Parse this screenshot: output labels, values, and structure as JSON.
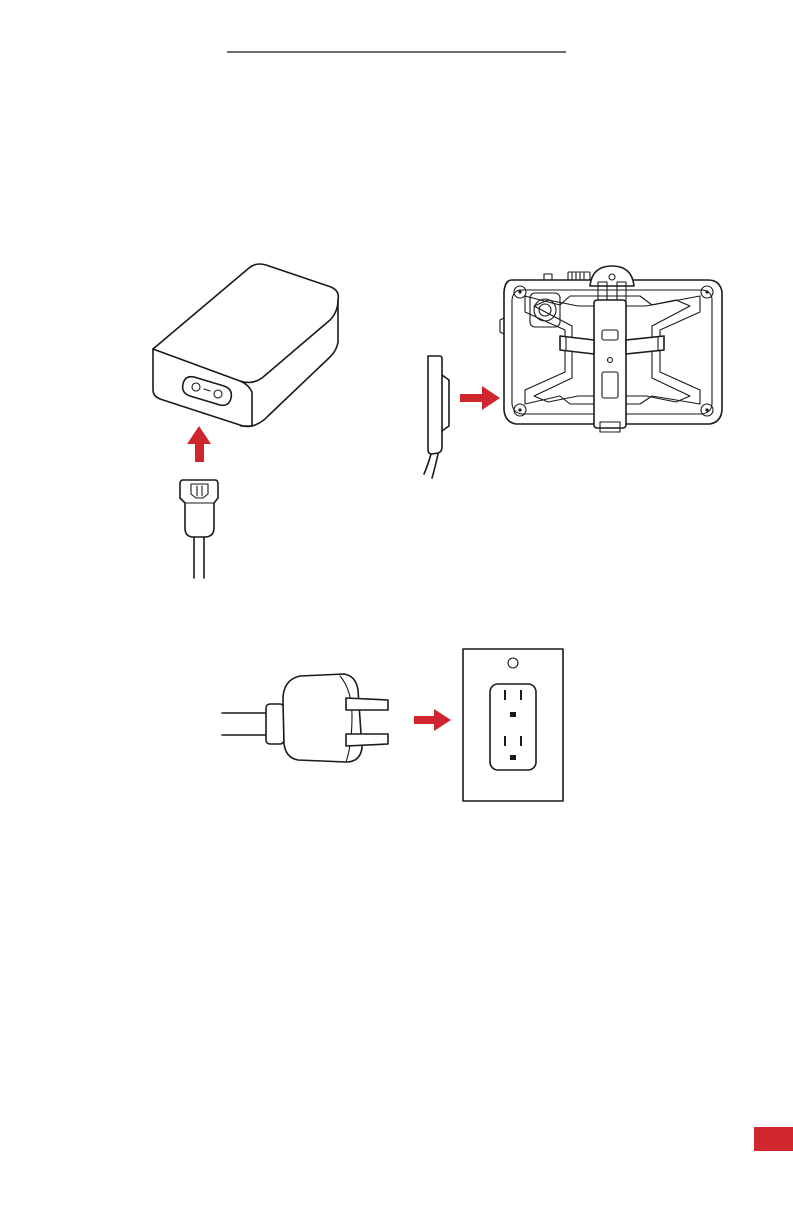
{
  "document": {
    "header_rule": true
  },
  "illustrations": [
    {
      "name": "power-brick",
      "icon": "power-supply-icon"
    },
    {
      "name": "ac-cord-connector",
      "icon": "figure-8-connector-icon"
    },
    {
      "name": "magnetic-dc-connector",
      "icon": "magnetic-connector-icon"
    },
    {
      "name": "tablet-rugged-case",
      "icon": "tablet-case-back-icon"
    },
    {
      "name": "wall-plug",
      "icon": "two-prong-plug-icon"
    },
    {
      "name": "wall-outlet",
      "icon": "duplex-outlet-icon"
    }
  ],
  "colors": {
    "accent": "#d0262d",
    "line": "#1a1a1a",
    "background": "#ffffff"
  }
}
